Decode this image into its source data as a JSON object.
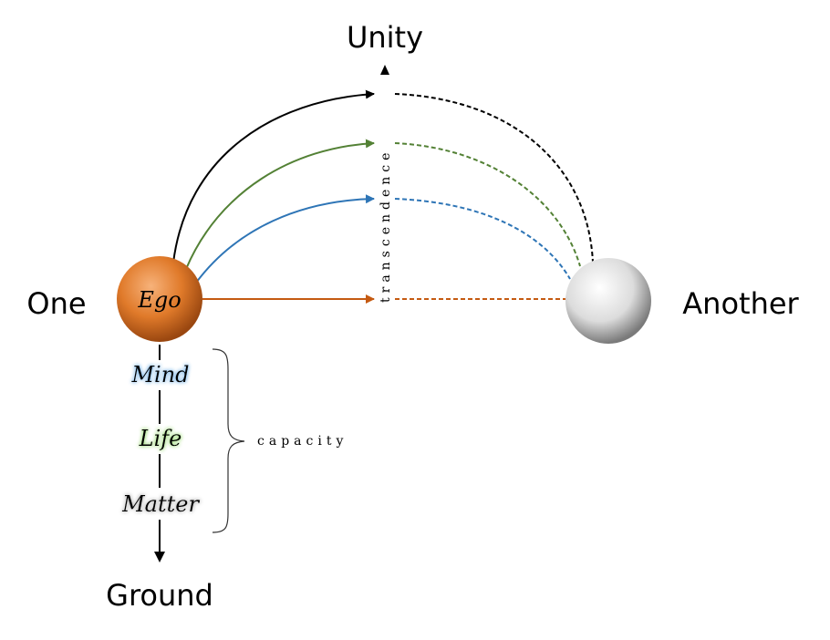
{
  "labels": {
    "top": "Unity",
    "left": "One",
    "right": "Another",
    "bottom": "Ground",
    "ego": "Ego",
    "vertical_axis": "transcendence",
    "brace": "capacity"
  },
  "levels": [
    {
      "label": "Mind",
      "glow": "#7fb8ea"
    },
    {
      "label": "Life",
      "glow": "#9fdc7a"
    },
    {
      "label": "Matter",
      "glow": "#bbbbbb"
    }
  ],
  "colors": {
    "black_arc": "#000000",
    "green_arc": "#538135",
    "blue_arc": "#2e75b6",
    "orange_arc": "#c55a11",
    "ego_sphere": "#e07a2a",
    "another_sphere": "#e8e8e8"
  }
}
